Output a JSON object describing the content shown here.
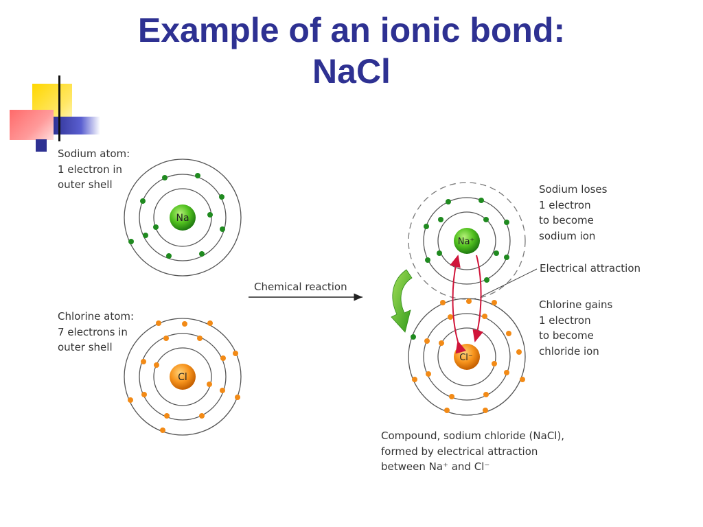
{
  "slide": {
    "title_line1": "Example of an ionic bond:",
    "title_line2": "NaCl"
  },
  "diagram": {
    "sodium_atom_caption": [
      "Sodium atom:",
      "1 electron in",
      "outer shell"
    ],
    "chlorine_atom_caption": [
      "Chlorine atom:",
      "7 electrons in",
      "outer shell"
    ],
    "reaction_label": "Chemical reaction",
    "sodium_ion_caption": [
      "Sodium loses",
      "1 electron",
      "to become",
      "sodium ion"
    ],
    "attraction_label": "Electrical attraction",
    "chloride_ion_caption": [
      "Chlorine gains",
      "1 electron",
      "to become",
      "chloride ion"
    ],
    "compound_caption": [
      "Compound, sodium chloride (NaCl),",
      "formed by electrical attraction",
      "between Na⁺ and Cl⁻"
    ],
    "na_symbol": "Na",
    "cl_symbol": "Cl",
    "na_ion_symbol": "Na⁺",
    "cl_ion_symbol": "Cl⁻"
  },
  "colors": {
    "title": "#2e3192",
    "sodium_electron": "#1f8a1f",
    "chlorine_electron": "#f28a16",
    "attraction_arrow": "#d0153a",
    "transfer_arrow": "#5cb82a"
  }
}
